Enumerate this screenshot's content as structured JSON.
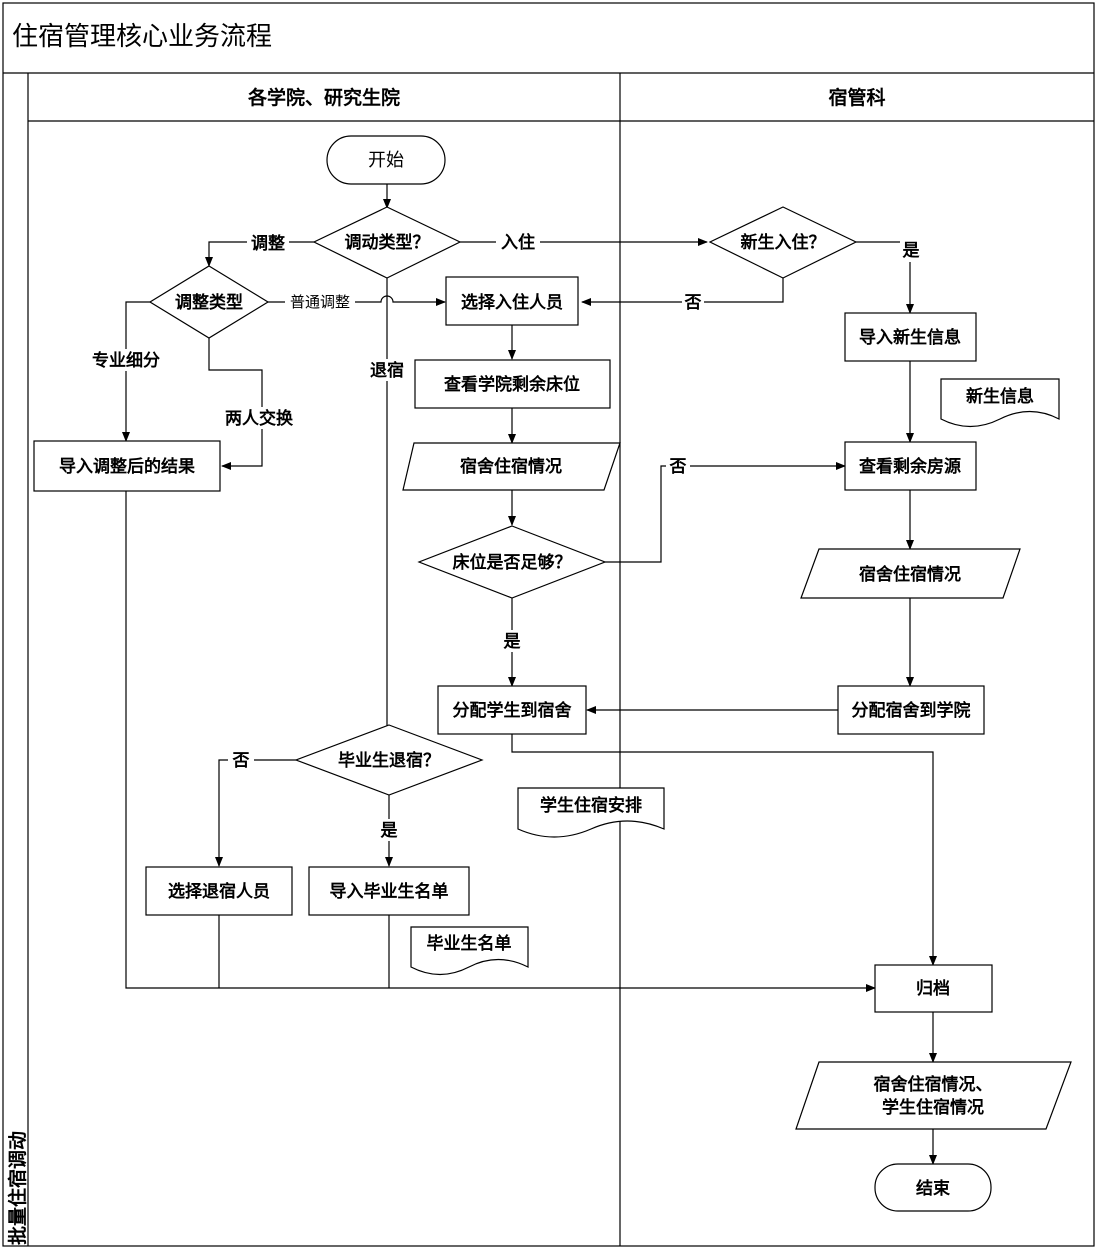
{
  "title": "住宿管理核心业务流程",
  "lane_group": "批量住宿调动",
  "lanes": {
    "left": "各学院、研究生院",
    "right": "宿管科"
  },
  "nodes": {
    "start": "开始",
    "move_type": "调动类型？",
    "adjust_type": "调整类型",
    "freshman_checkin": "新生入住？",
    "select_checkin": "选择入住人员",
    "import_freshman": "导入新生信息",
    "view_beds": "查看学院剩余床位",
    "freshman_doc": "新生信息",
    "import_adjusted": "导入调整后的结果",
    "dorm_status_io": "宿舍住宿情况",
    "view_rooms": "查看剩余房源",
    "beds_enough": "床位是否足够？",
    "dorm_status_io2": "宿舍住宿情况",
    "assign_student": "分配学生到宿舍",
    "assign_dorm_college": "分配宿舍到学院",
    "graduate_checkout": "毕业生退宿？",
    "arrangement_doc": "学生住宿安排",
    "select_checkout": "选择退宿人员",
    "import_graduates": "导入毕业生名单",
    "graduates_doc": "毕业生名单",
    "archive": "归档",
    "final_io_line1": "宿舍住宿情况、",
    "final_io_line2": "学生住宿情况",
    "end": "结束"
  },
  "edge_labels": {
    "adjust": "调整",
    "checkin": "入住",
    "yes_new": "是",
    "normal_adjust": "普通调整",
    "no_new": "否",
    "major": "专业细分",
    "checkout": "退宿",
    "swap": "两人交换",
    "no_beds": "否",
    "yes_beds": "是",
    "no_grad": "否",
    "yes_grad": "是"
  }
}
